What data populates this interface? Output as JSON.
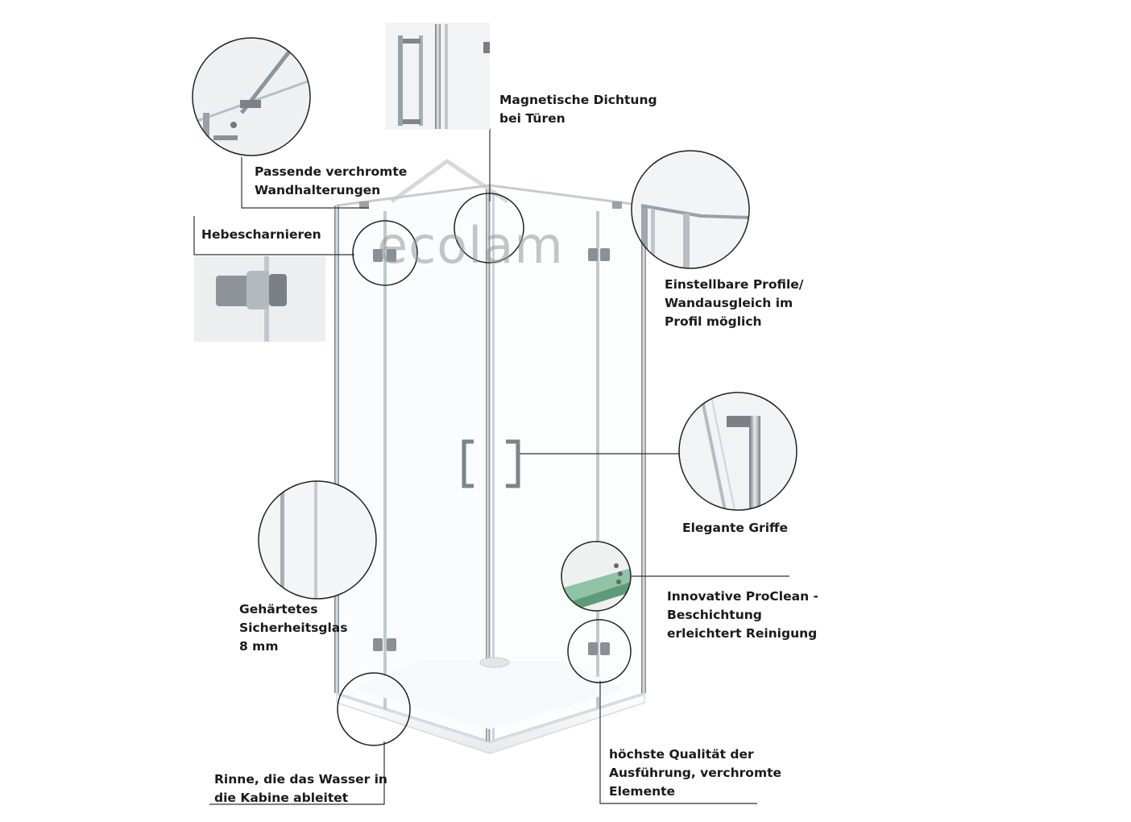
{
  "watermark": "ecolam",
  "callouts": {
    "magnetic_seal": [
      "Magnetische Dichtung",
      "bei Türen"
    ],
    "wall_brackets": [
      "Passende verchromte",
      "Wandhalterungen"
    ],
    "lift_hinges": [
      "Hebescharnieren"
    ],
    "adjustable_profiles": [
      "Einstellbare Profile/",
      "Wandausgleich im",
      "Profil möglich"
    ],
    "handles": [
      "Elegante Griffe"
    ],
    "proclean": [
      "Innovative ProClean -",
      "Beschichtung",
      "erleichtert Reinigung"
    ],
    "safety_glass": [
      "Gehärtetes",
      "Sicherheitsglas",
      "8 mm"
    ],
    "channel": [
      "Rinne, die das Wasser in",
      "die Kabine ableitet"
    ],
    "quality": [
      "höchste Qualität der",
      "Ausführung, verchromte",
      "Elemente"
    ]
  },
  "colors": {
    "chrome": "#9aa0a6",
    "glass_edge": "#c9ced3",
    "text": "#1a1a1a",
    "glass_green": "#7fb89a"
  }
}
